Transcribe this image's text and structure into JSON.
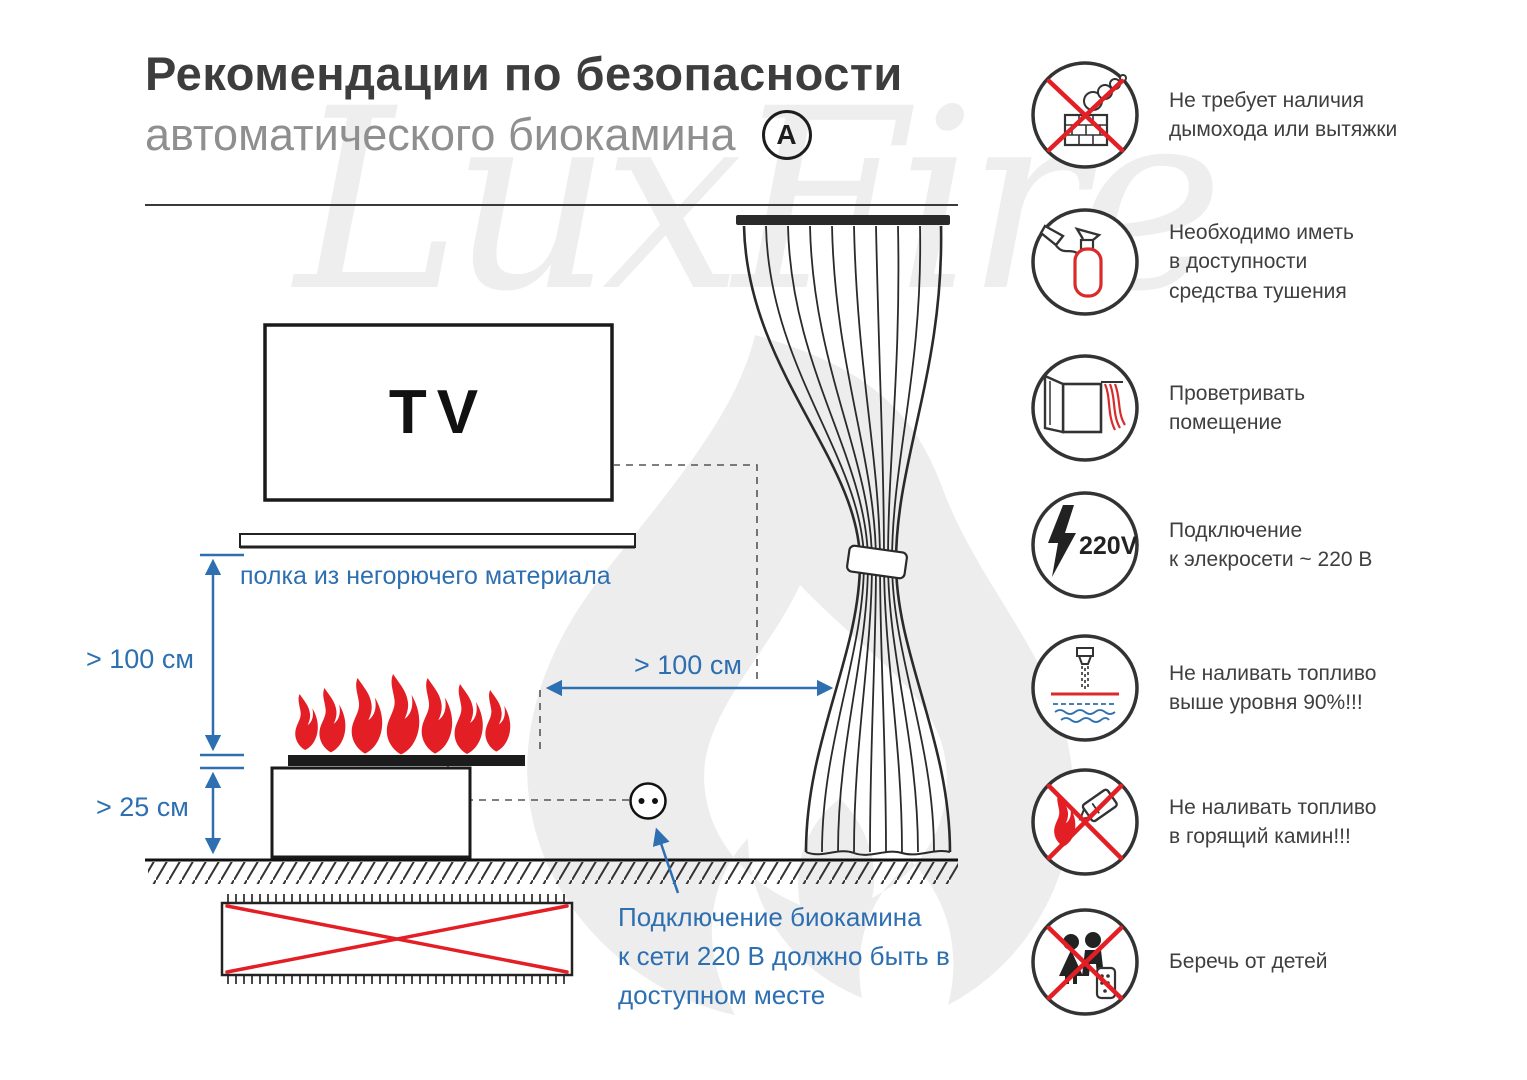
{
  "title": {
    "line1": "Рекомендации по безопасности",
    "line2": "автоматического биокамина",
    "badge": "A"
  },
  "watermark": "LuxFire",
  "diagram": {
    "tv_label": "TV",
    "shelf_label": "полка из негорючего материала",
    "dim_shelf_to_burner": "> 100 см",
    "dim_floor_to_top": "> 25 см",
    "dim_to_curtain": "> 100 см",
    "outlet_note": "Подключение биокамина\nк сети 220 В должно быть в\nдоступном месте"
  },
  "safety_items": [
    {
      "icon": "no-chimney-icon",
      "text": "Не требует наличия\nдымохода или вытяжки"
    },
    {
      "icon": "fire-extinguisher-icon",
      "text": "Необходимо иметь\nв доступности\nсредства тушения"
    },
    {
      "icon": "ventilation-icon",
      "text": "Проветривать\nпомещение"
    },
    {
      "icon": "power-220v-icon",
      "label": "220V",
      "text": "Подключение\nк элекросети ~ 220 В"
    },
    {
      "icon": "fuel-level-icon",
      "text": "Не наливать топливо\nвыше уровня 90%!!!"
    },
    {
      "icon": "no-refill-burning-icon",
      "text": "Не наливать топливо\nв горящий камин!!!"
    },
    {
      "icon": "keep-away-children-icon",
      "text": "Беречь от детей"
    }
  ],
  "colors": {
    "accent_blue": "#2d6fb0",
    "warning_red": "#e31e24",
    "dark": "#3a3a3a",
    "muted_gray": "#8f8f8f"
  }
}
